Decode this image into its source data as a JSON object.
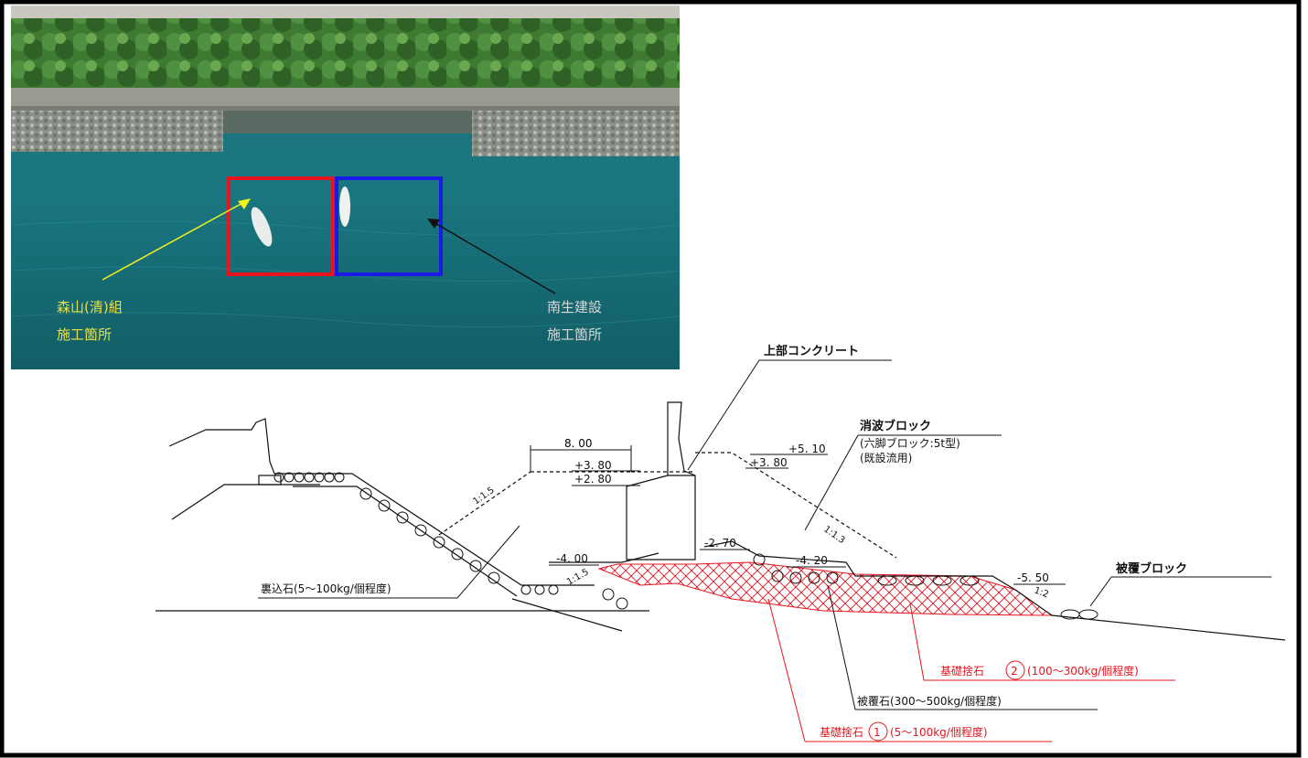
{
  "photo": {
    "left_label": [
      "森山(清)組",
      "施工箇所"
    ],
    "right_label": [
      "南生建設",
      "施工箇所"
    ],
    "colors": {
      "red_box": "#e8141e",
      "blue_box": "#1a1ae8",
      "yellow_arrow": "#f2f21e",
      "black_arrow": "#111111"
    }
  },
  "section": {
    "labels": {
      "upper_concrete": "上部コンクリート",
      "wave_block": "消波ブロック",
      "wave_block_sub1": "(六脚ブロック:5t型)",
      "wave_block_sub2": "(既設流用)",
      "cover_block": "被覆ブロック",
      "backfill_stone": "裏込石(5～100kg/個程度)",
      "cover_stone": "被覆石(300～500kg/個程度)",
      "foundation_1": "基礎捨石",
      "foundation_1_num": "1",
      "foundation_1_spec": "(5～100kg/個程度)",
      "foundation_2": "基礎捨石",
      "foundation_2_num": "2",
      "foundation_2_spec": "(100～300kg/個程度)"
    },
    "dims": {
      "width_8": "8. 00",
      "elev_380a": "+3. 80",
      "elev_280": "+2. 80",
      "elev_510": "+5. 10",
      "elev_380b": "+3. 80",
      "elev_400": "-4. 00",
      "elev_270": "-2. 70",
      "elev_420": "-4. 20",
      "elev_550": "-5. 50"
    },
    "slopes": {
      "s1": "1:1.5",
      "s2": "1:1.3",
      "s3": "1:2",
      "s4": "1:1.5"
    },
    "colors": {
      "red": "#e8141e",
      "line": "#111111"
    }
  }
}
